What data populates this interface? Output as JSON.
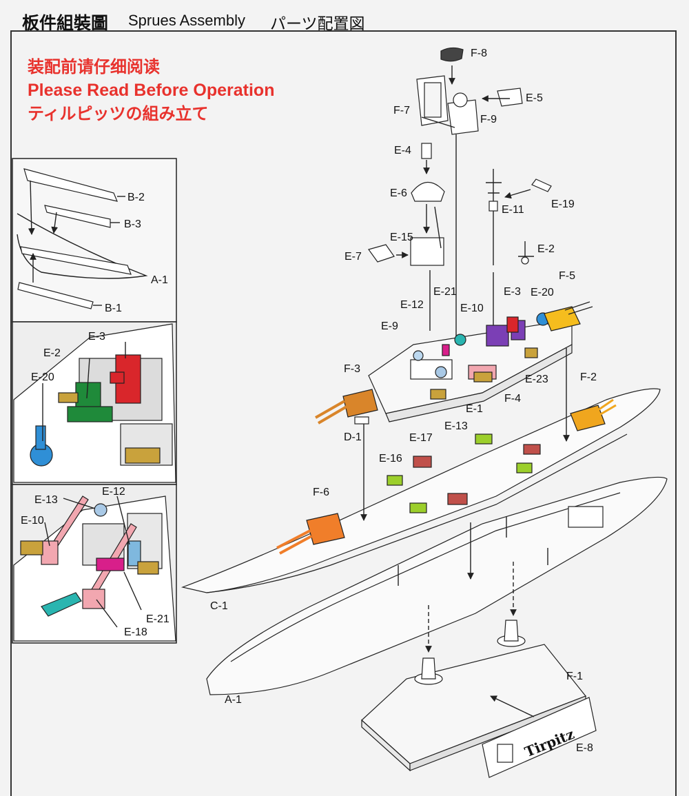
{
  "header": {
    "title_cn": "板件組裝圖",
    "title_en": "Sprues Assembly",
    "title_jp": "パーツ配置図"
  },
  "notice": {
    "cn": "装配前请仔细阅读",
    "en": "Please Read Before Operation",
    "jp": "ティルピッツの組み立て"
  },
  "stand_nameplate": "Tirpitz",
  "colors": {
    "notice_red": "#e8322d",
    "E-2": "#1f8a3a",
    "E-3": "#d9262b",
    "E-20": "#2f8fd6",
    "E-10": "#2ab5b0",
    "E-12": "#7fb8de",
    "E-13": "#a9c9e6",
    "E-18": "#f2a7b0",
    "E-21": "#d81f8a",
    "E-23": "#c9a23c",
    "F-2": "#f0a61e",
    "F-3": "#d9852a",
    "F-5": "#f5bd1e",
    "F-6": "#f07e2a",
    "E-16": "#9ccf2b",
    "E-17": "#c0504a",
    "E-9": "#bcd8ef",
    "purple": "#7b3fb5"
  },
  "labels": {
    "F-8": "F-8",
    "F-7": "F-7",
    "F-9": "F-9",
    "E-5": "E-5",
    "E-4": "E-4",
    "E-6": "E-6",
    "E-15": "E-15",
    "E-7": "E-7",
    "E-11": "E-11",
    "E-19": "E-19",
    "E-2": "E-2",
    "E-20": "E-20",
    "F-5": "F-5",
    "E-3": "E-3",
    "E-21": "E-21",
    "E-12": "E-12",
    "E-10": "E-10",
    "E-9": "E-9",
    "F-3": "F-3",
    "D-1": "D-1",
    "E-13": "E-13",
    "E-1": "E-1",
    "F-4": "F-4",
    "E-23": "E-23",
    "F-2": "F-2",
    "E-17": "E-17",
    "E-16": "E-16",
    "F-6": "F-6",
    "C-1": "C-1",
    "A-1": "A-1",
    "F-1": "F-1",
    "E-8": "E-8",
    "B-2": "B-2",
    "B-3": "B-3",
    "B-1": "B-1",
    "E-18": "E-18"
  }
}
